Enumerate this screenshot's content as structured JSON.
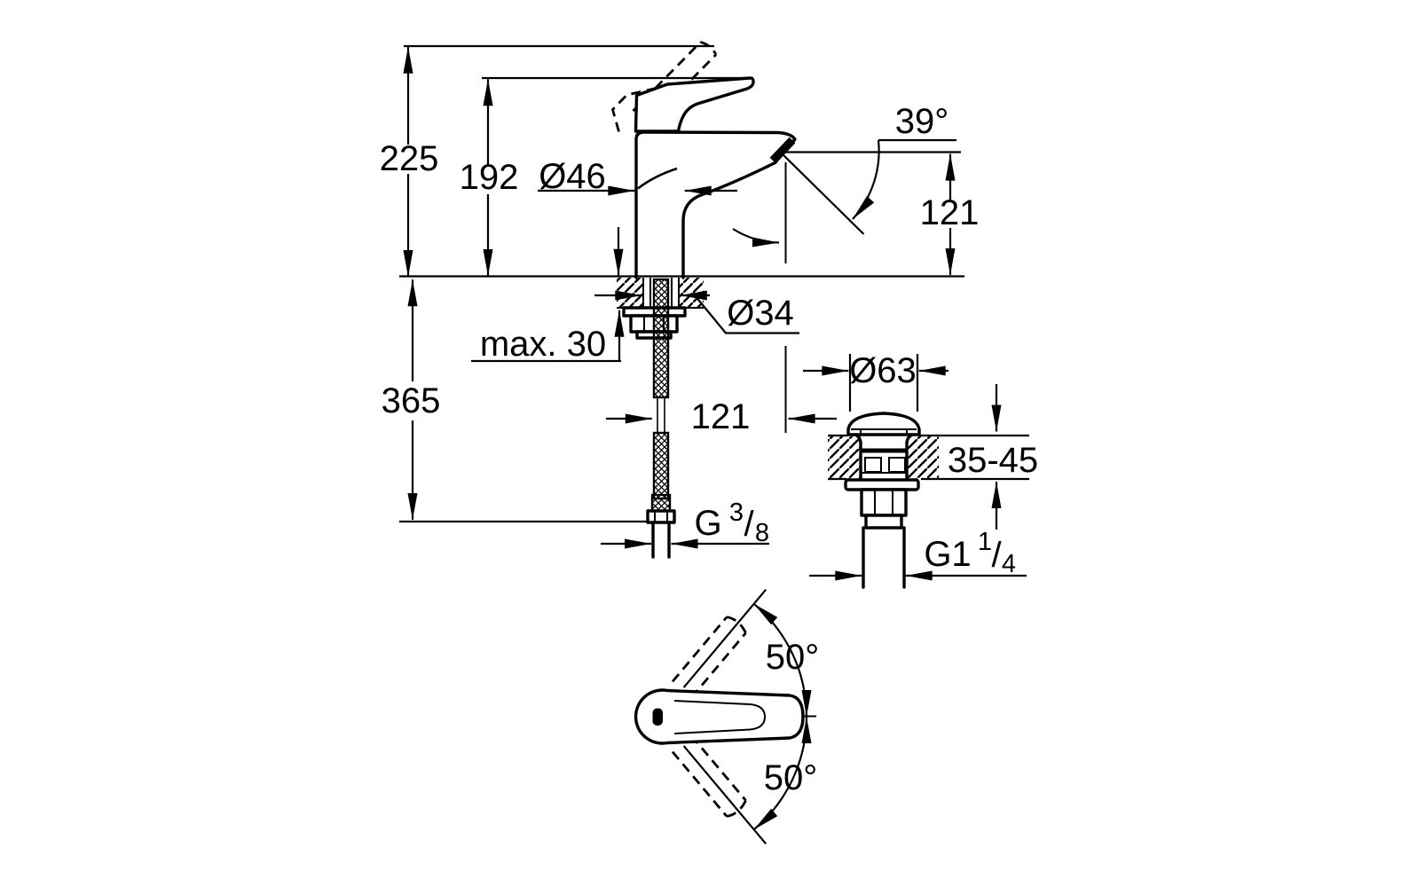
{
  "drawing": {
    "kind": "faucet-installation-dimension-drawing",
    "colors": {
      "ink": "#000000",
      "paper": "#ffffff"
    }
  },
  "labels": {
    "overall_height": "225",
    "lever_height": "192",
    "body_diameter": "Ø46",
    "spout_angle": "39°",
    "spout_outlet_height": "121",
    "deck_max_thickness": "max. 30",
    "hole_diameter": "Ø34",
    "hose_length": "365",
    "spout_reach": "121",
    "supply_thread": {
      "g": "G",
      "num": "3",
      "slash": "/",
      "den": "8"
    },
    "drain_cap_diameter": "Ø63",
    "drain_deck_thickness": "35-45",
    "drain_thread": {
      "g": "G1",
      "num": "1",
      "slash": "/",
      "den": "4"
    },
    "handle_swing_upper": "50°",
    "handle_swing_lower": "50°"
  }
}
